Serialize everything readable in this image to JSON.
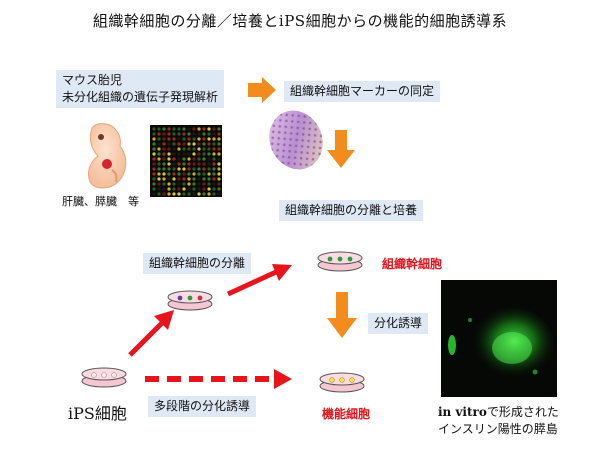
{
  "title": "組織幹細胞の分離／培養とiPS細胞からの機能的細胞誘導系",
  "steps": {
    "embryo_analysis_line1": "マウス胎児",
    "embryo_analysis_line2": "未分化組織の遺伝子発現解析",
    "marker_identification": "組織幹細胞マーカーの同定",
    "separation_culture": "組織幹細胞の分離と培養"
  },
  "organs_caption": "肝臓、膵臓　等",
  "stem_cell_separation": "組織幹細胞の分離",
  "tissue_stem_cell": "組織幹細胞",
  "differentiation_induction": "分化誘導",
  "multistep_induction": "多段階の分化誘導",
  "ips_cell": "iPS細胞",
  "functional_cell": "機能細胞",
  "micrograph_caption": {
    "bold": "in vitro",
    "line1_rest": "で形成された",
    "line2": "インスリン陽性の膵島"
  },
  "colors": {
    "box_bg": "#dfe9f5",
    "orange_arrow": "#f28c1c",
    "red_arrow": "#e8141c",
    "red_text": "#e0141c",
    "dish_fill": "#f4c7d3",
    "fluorescence": "#3cff3c"
  },
  "icons": [
    "embryo-icon",
    "microarray-icon",
    "dna-chip-icon",
    "culture-dish-icon"
  ]
}
